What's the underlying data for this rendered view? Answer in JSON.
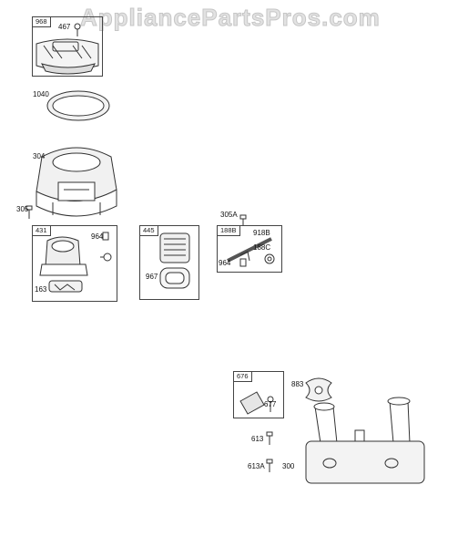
{
  "watermark": "AppliancePartsPros.com",
  "parts": {
    "p968": "968",
    "p467": "467",
    "p1040": "1040",
    "p304": "304",
    "p305": "305",
    "p305a": "305A",
    "p431": "431",
    "p964a": "964",
    "p163": "163",
    "p445": "445",
    "p967": "967",
    "p188b": "188B",
    "p918b": "918B",
    "p188c": "188C",
    "p964b": "964",
    "p676": "676",
    "p677": "677",
    "p883": "883",
    "p613": "613",
    "p613a": "613A",
    "p300": "300"
  }
}
